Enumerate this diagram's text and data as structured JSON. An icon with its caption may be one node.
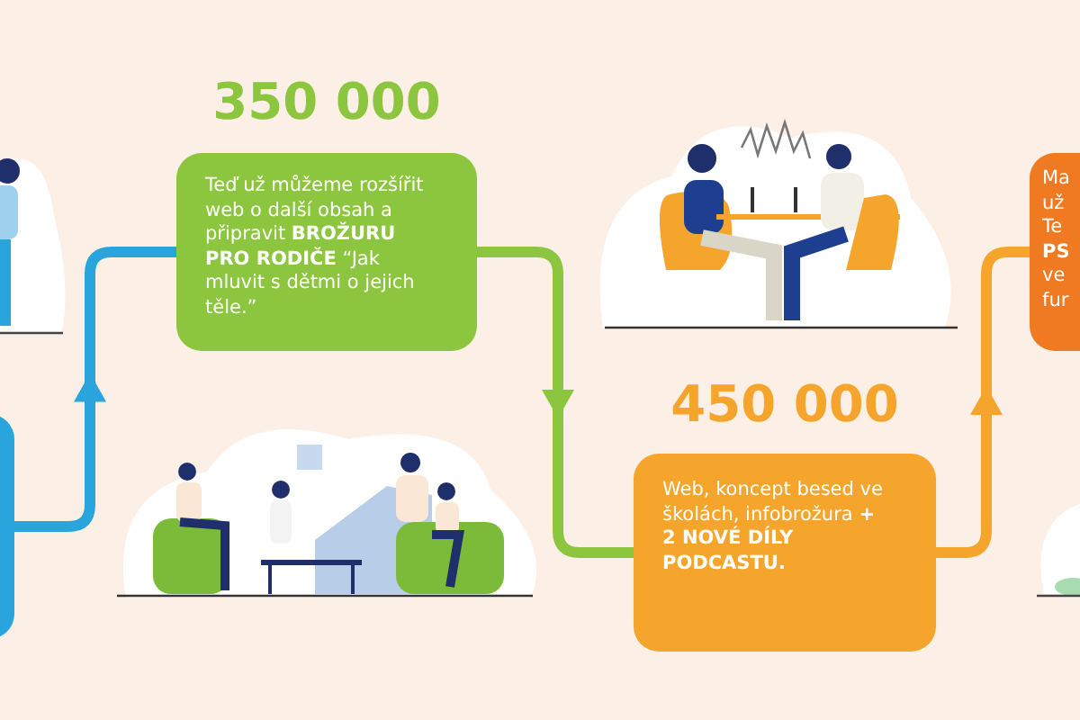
{
  "diagram": {
    "nodes": [
      {
        "text": [],
        "shape": "box"
      },
      {
        "text": [
          "350 000",
          "Teď už můžeme rozšířit web o další obsah a připravit **BROŽURU PRO RODIČE** “Jak mluvit s dětmi o jejich těle.”"
        ]
      },
      {
        "text": [
          "450 000",
          "Web, koncept besed ve školách, infobrožura **+ 2 NOVÉ DÍLY PODCASTU.**"
        ]
      },
      {
        "text": [
          "Ma už Te **PS** ve fur"
        ]
      }
    ],
    "edges": [
      {
        "from": 0,
        "to": 1,
        "arrow": "to",
        "color": "#2aa4dd"
      },
      {
        "from": 1,
        "to": 2,
        "arrow": "to",
        "color": "#8cc63f"
      },
      {
        "from": 2,
        "to": 3,
        "arrow": "to",
        "color": "#f5a52c"
      }
    ]
  }
}
